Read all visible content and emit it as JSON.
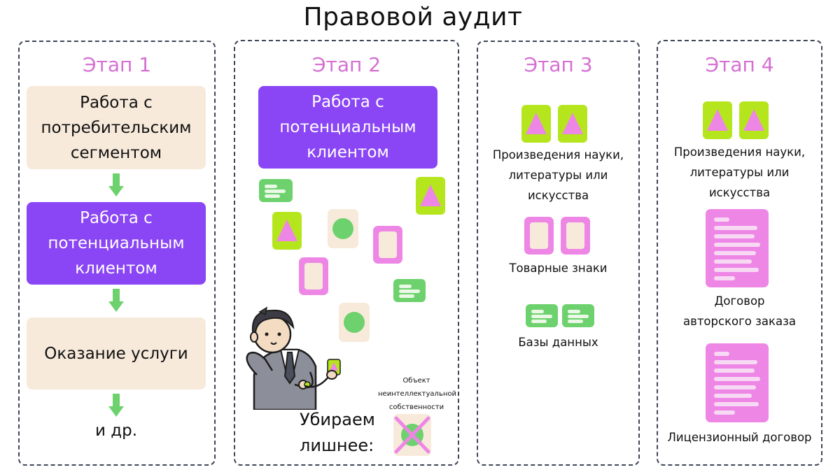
{
  "title": "Правовой аудит",
  "colors": {
    "border": "#3f4658",
    "stage_label": "#d56fd2",
    "beige": "#f7eadb",
    "violet": "#8a45f5",
    "lime": "#b5e61d",
    "pink": "#ee86e6",
    "green": "#6dd26d",
    "arrow": "#6dd26d"
  },
  "stage1": {
    "label": "Этап 1",
    "steps": [
      "Работа с\nпотребительским\nсегментом",
      "Работа с\nпотенциальным\nклиентом",
      "Оказание услуги"
    ],
    "footer": "и др."
  },
  "stage2": {
    "label": "Этап 2",
    "box": "Работа с\nпотенциальным\nклиентом",
    "note": "Объект\nнеинтеллектуальной\nсобственности",
    "action": "Убираем\nлишнее:"
  },
  "stage3": {
    "label": "Этап 3",
    "groups": [
      {
        "caption": "Произведения науки,\nлитературы или\nискусства",
        "icon": "triangle-card-icon"
      },
      {
        "caption": "Товарные знаки",
        "icon": "trademark-card-icon"
      },
      {
        "caption": "Базы данных",
        "icon": "database-card-icon"
      }
    ]
  },
  "stage4": {
    "label": "Этап 4",
    "groups": [
      {
        "caption": "Произведения науки,\nлитературы или\nискусства",
        "icon": "triangle-card-icon"
      },
      {
        "caption": "Договор\nавторского заказа",
        "icon": "document-icon"
      },
      {
        "caption": "Лицензионный договор",
        "icon": "document-icon"
      }
    ]
  }
}
